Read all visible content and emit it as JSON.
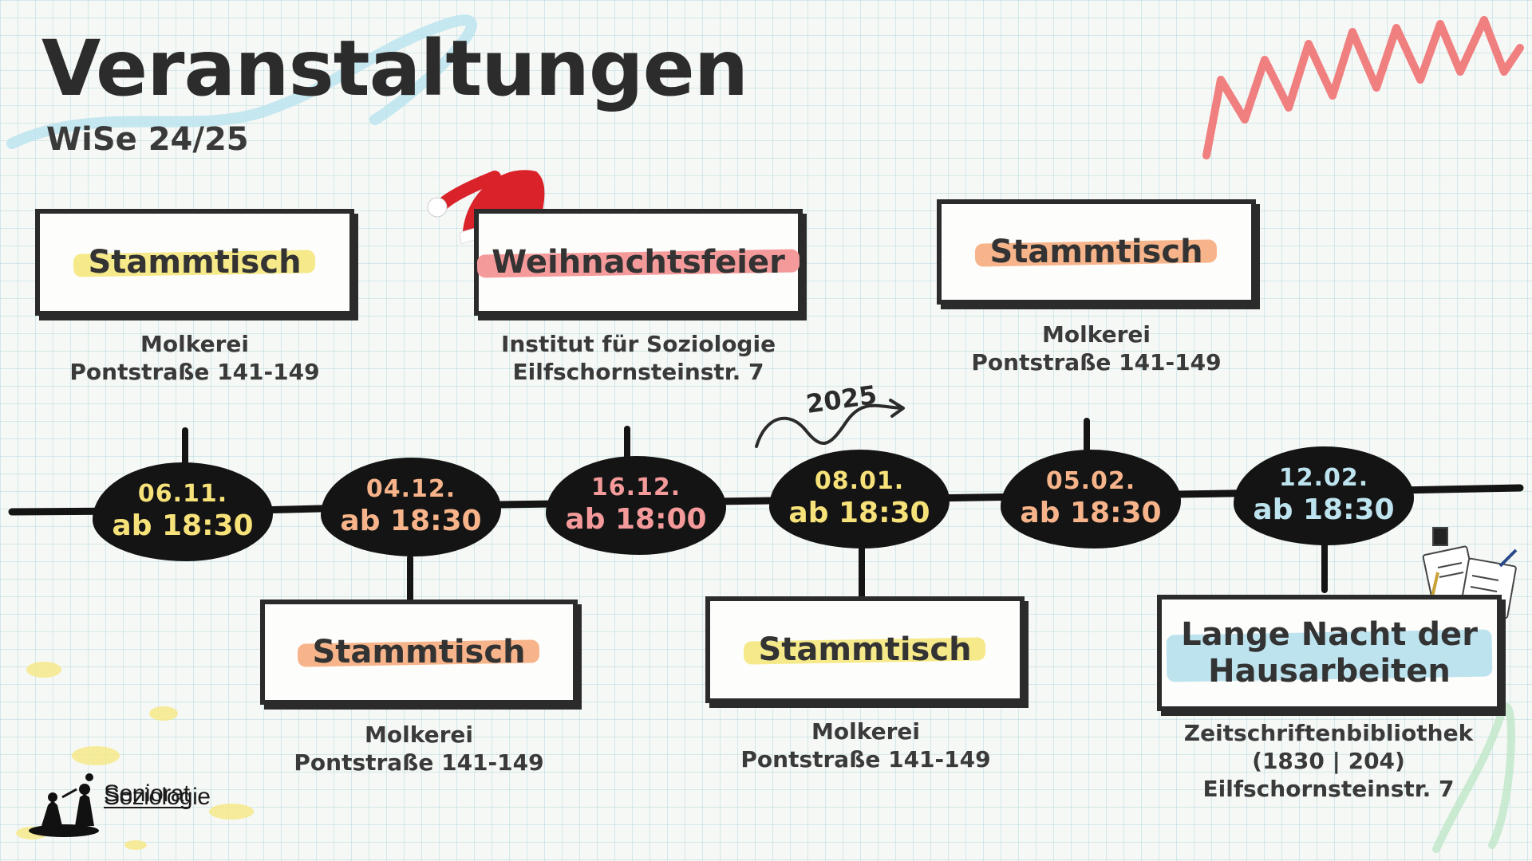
{
  "header": {
    "title": "Veranstaltungen",
    "subtitle": "WiSe 24/25"
  },
  "colors": {
    "yellow": "#f6e98a",
    "peach": "#f7b48a",
    "pink": "#f49a9a",
    "lightblue": "#bde3ef",
    "black": "#141414",
    "zigzag": "#f07f80"
  },
  "year_marker": "2025",
  "events": [
    {
      "title": "Stammtisch",
      "date": "06.11.",
      "time": "ab 18:30",
      "venue_lines": [
        "Molkerei",
        "Pontstraße 141-149"
      ],
      "highlight": "yellow",
      "date_color": "#f7e27a",
      "position": "top"
    },
    {
      "title": "Stammtisch",
      "date": "04.12.",
      "time": "ab 18:30",
      "venue_lines": [
        "Molkerei",
        "Pontstraße 141-149"
      ],
      "highlight": "peach",
      "date_color": "#f7b48a",
      "position": "bottom"
    },
    {
      "title": "Weihnachtsfeier",
      "date": "16.12.",
      "time": "ab 18:00",
      "venue_lines": [
        "Institut für Soziologie",
        "Eilfschornsteinstr. 7"
      ],
      "highlight": "pink",
      "date_color": "#f49a9a",
      "position": "top",
      "icon": "santa-hat-icon"
    },
    {
      "title": "Stammtisch",
      "date": "08.01.",
      "time": "ab 18:30",
      "venue_lines": [
        "Molkerei",
        "Pontstraße 141-149"
      ],
      "highlight": "yellow",
      "date_color": "#f7e27a",
      "position": "bottom"
    },
    {
      "title": "Stammtisch",
      "date": "05.02.",
      "time": "ab 18:30",
      "venue_lines": [
        "Molkerei",
        "Pontstraße 141-149"
      ],
      "highlight": "peach",
      "date_color": "#f7b48a",
      "position": "top"
    },
    {
      "title_lines": [
        "Lange Nacht der",
        "Hausarbeiten"
      ],
      "date": "12.02.",
      "time": "ab 18:30",
      "venue_lines": [
        "Zeitschriftenbibliothek",
        "(1830 | 204)",
        "Eilfschornsteinstr. 7"
      ],
      "highlight": "lightblue",
      "date_color": "#bde3ef",
      "position": "bottom",
      "icon": "desk-writing-icon"
    }
  ],
  "logo": {
    "line1": "Seniorat",
    "line2": "Soziologie",
    "icon": "chess-pieces-icon"
  }
}
